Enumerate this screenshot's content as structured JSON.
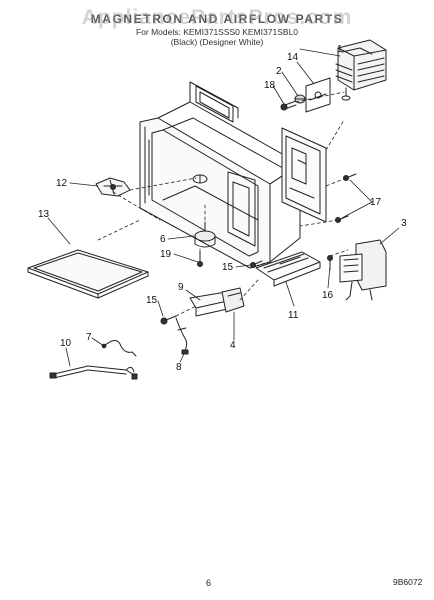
{
  "header": {
    "title": "MAGNETRON AND AIRFLOW PARTS",
    "subtitle_model": "For Models: KEMI371SSS0 KEMI371SBL0",
    "subtitle_color": "(Black)  (Designer White)"
  },
  "watermark": "AppliancePartsPros.com",
  "diagram": {
    "callouts": [
      "1",
      "14",
      "2",
      "18",
      "17",
      "3",
      "12",
      "13",
      "6",
      "19",
      "15",
      "9",
      "16",
      "11",
      "15",
      "7",
      "4",
      "10",
      "8",
      "17"
    ]
  },
  "footer": {
    "page_number": "6",
    "doc_code": "9B6072"
  }
}
